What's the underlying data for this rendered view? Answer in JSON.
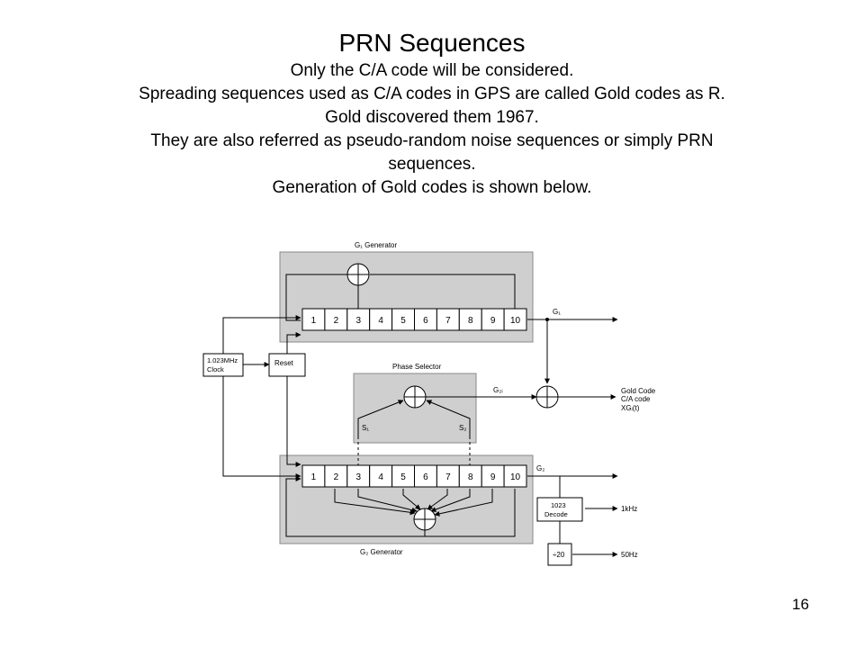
{
  "slide": {
    "title": "PRN Sequences",
    "lines": [
      "Only the C/A code will be considered.",
      "Spreading sequences used as C/A codes in GPS are called Gold codes  as R.",
      "Gold discovered them 1967.",
      "They are also referred as pseudo-random noise sequences or simply PRN",
      "sequences.",
      "Generation of Gold codes is shown below."
    ],
    "page_number": "16"
  },
  "diagram": {
    "g1_generator_label": "G₁ Generator",
    "g2_generator_label": "G₂ Generator",
    "phase_selector_label": "Phase Selector",
    "clock_label_1": "1.023MHz",
    "clock_label_2": "Clock",
    "reset_label": "Reset",
    "cells": [
      "1",
      "2",
      "3",
      "4",
      "5",
      "6",
      "7",
      "8",
      "9",
      "10"
    ],
    "g1_output_label": "G₁",
    "g2_output_label": "G₂",
    "g2i_label": "G₂ᵢ",
    "s1_label": "S₁",
    "s2_label": "S₂",
    "gold_code_line1": "Gold Code",
    "gold_code_line2": "C/A code",
    "gold_code_line3": "XGᵢ(t)",
    "decode_line1": "1023",
    "decode_line2": "Decode",
    "divider_label": "÷20",
    "out_1khz": "1kHz",
    "out_50hz": "50Hz"
  },
  "colors": {
    "generator_fill": "#cfcfcf",
    "line": "#000000"
  }
}
